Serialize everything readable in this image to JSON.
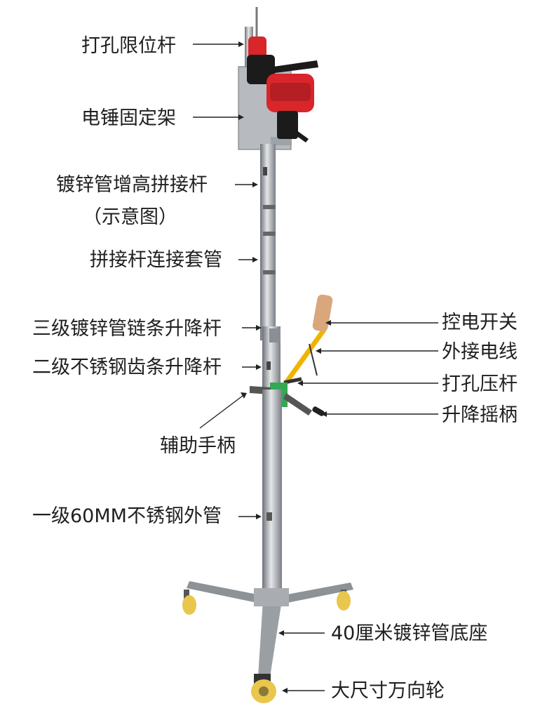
{
  "colors": {
    "steel": "#a9adb2",
    "steel_dark": "#6d7278",
    "drill_red": "#d8262b",
    "drill_black": "#1b1b1b",
    "handle_yellow": "#f0b400",
    "switch_tan": "#d9a77b",
    "clamp_green": "#34a853",
    "wheel_yellow": "#e9c64c",
    "arrow": "#222222"
  },
  "labels": {
    "drill_limit_rod": "打孔限位杆",
    "hammer_mount": "电锤固定架",
    "extension_rod": "镀锌管增高拼接杆",
    "extension_rod_note": "（示意图）",
    "connector_sleeve": "拼接杆连接套管",
    "stage3_chain_rod": "三级镀锌管链条升降杆",
    "stage2_rack_rod": "二级不锈钢齿条升降杆",
    "aux_handle": "辅助手柄",
    "stage1_outer_tube": "一级60MM不锈钢外管",
    "control_switch": "控电开关",
    "external_wire": "外接电线",
    "drill_press_lever": "打孔压杆",
    "lift_crank": "升降摇柄",
    "base": "40厘米镀锌管底座",
    "caster": "大尺寸万向轮"
  }
}
